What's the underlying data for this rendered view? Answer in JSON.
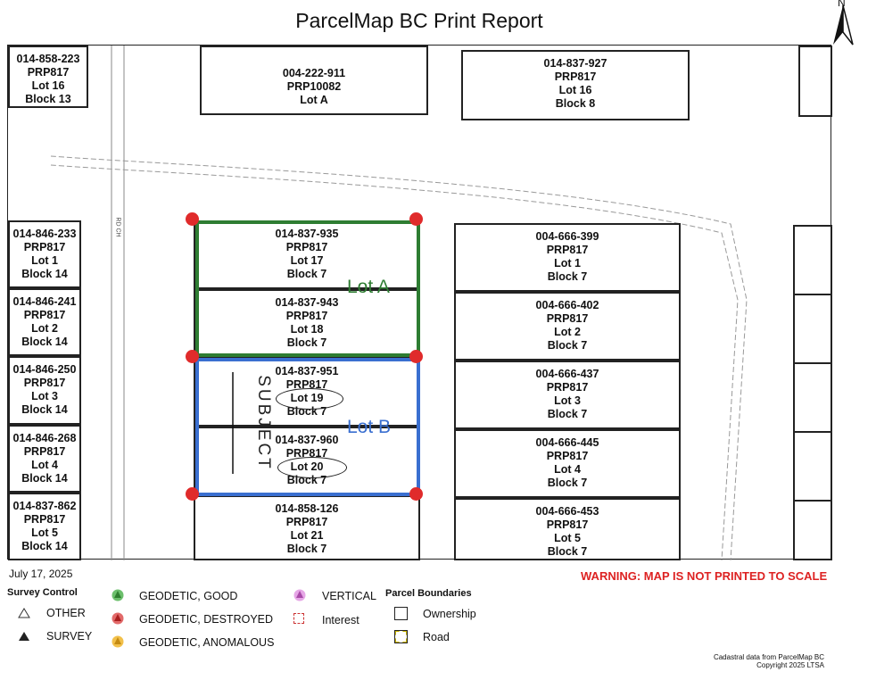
{
  "title": "ParcelMap BC Print Report",
  "north_label": "N",
  "road_label": "RD CH",
  "parcels_left": [
    {
      "pid": "014-858-223",
      "plan": "PRP817",
      "lot": "Lot 16",
      "block": "Block 13"
    },
    {
      "pid": "014-846-233",
      "plan": "PRP817",
      "lot": "Lot 1",
      "block": "Block 14"
    },
    {
      "pid": "014-846-241",
      "plan": "PRP817",
      "lot": "Lot 2",
      "block": "Block 14"
    },
    {
      "pid": "014-846-250",
      "plan": "PRP817",
      "lot": "Lot 3",
      "block": "Block 14"
    },
    {
      "pid": "014-846-268",
      "plan": "PRP817",
      "lot": "Lot 4",
      "block": "Block 14"
    },
    {
      "pid": "014-837-862",
      "plan": "PRP817",
      "lot": "Lot 5",
      "block": "Block 14"
    }
  ],
  "parcels_top": [
    {
      "pid": "004-222-911",
      "plan": "PRP10082",
      "lot": "Lot A",
      "block": ""
    },
    {
      "pid": "014-837-927",
      "plan": "PRP817",
      "lot": "Lot 16",
      "block": "Block 8"
    }
  ],
  "parcels_center": [
    {
      "pid": "014-837-935",
      "plan": "PRP817",
      "lot": "Lot 17",
      "block": "Block 7"
    },
    {
      "pid": "014-837-943",
      "plan": "PRP817",
      "lot": "Lot 18",
      "block": "Block 7"
    },
    {
      "pid": "014-837-951",
      "plan": "PRP817",
      "lot": "Lot 19",
      "block": "Block 7"
    },
    {
      "pid": "014-837-960",
      "plan": "PRP817",
      "lot": "Lot 20",
      "block": "Block 7"
    },
    {
      "pid": "014-858-126",
      "plan": "PRP817",
      "lot": "Lot 21",
      "block": "Block 7"
    }
  ],
  "parcels_right": [
    {
      "pid": "004-666-399",
      "plan": "PRP817",
      "lot": "Lot 1",
      "block": "Block 7"
    },
    {
      "pid": "004-666-402",
      "plan": "PRP817",
      "lot": "Lot 2",
      "block": "Block 7"
    },
    {
      "pid": "004-666-437",
      "plan": "PRP817",
      "lot": "Lot 3",
      "block": "Block 7"
    },
    {
      "pid": "004-666-445",
      "plan": "PRP817",
      "lot": "Lot 4",
      "block": "Block 7"
    },
    {
      "pid": "004-666-453",
      "plan": "PRP817",
      "lot": "Lot 5",
      "block": "Block 7"
    }
  ],
  "annotations": {
    "lot_a": "Lot A",
    "lot_b": "Lot B",
    "subject": "SUBJECT",
    "lot_a_color": "#2e7d32",
    "lot_b_color": "#3a6fd0",
    "marker_color": "#e02b2b"
  },
  "date": "July 17, 2025",
  "warning": "WARNING: MAP IS NOT PRINTED TO SCALE",
  "legend": {
    "survey_control": "Survey Control",
    "other": "OTHER",
    "survey": "SURVEY",
    "geodetic_good": "GEODETIC, GOOD",
    "geodetic_destroyed": "GEODETIC, DESTROYED",
    "geodetic_anomalous": "GEODETIC, ANOMALOUS",
    "vertical": "VERTICAL",
    "interest": "Interest",
    "parcel_boundaries": "Parcel Boundaries",
    "ownership": "Ownership",
    "road": "Road"
  },
  "credit": {
    "line1": "Cadastral data from ParcelMap BC",
    "line2": "Copyright 2025 LTSA"
  }
}
